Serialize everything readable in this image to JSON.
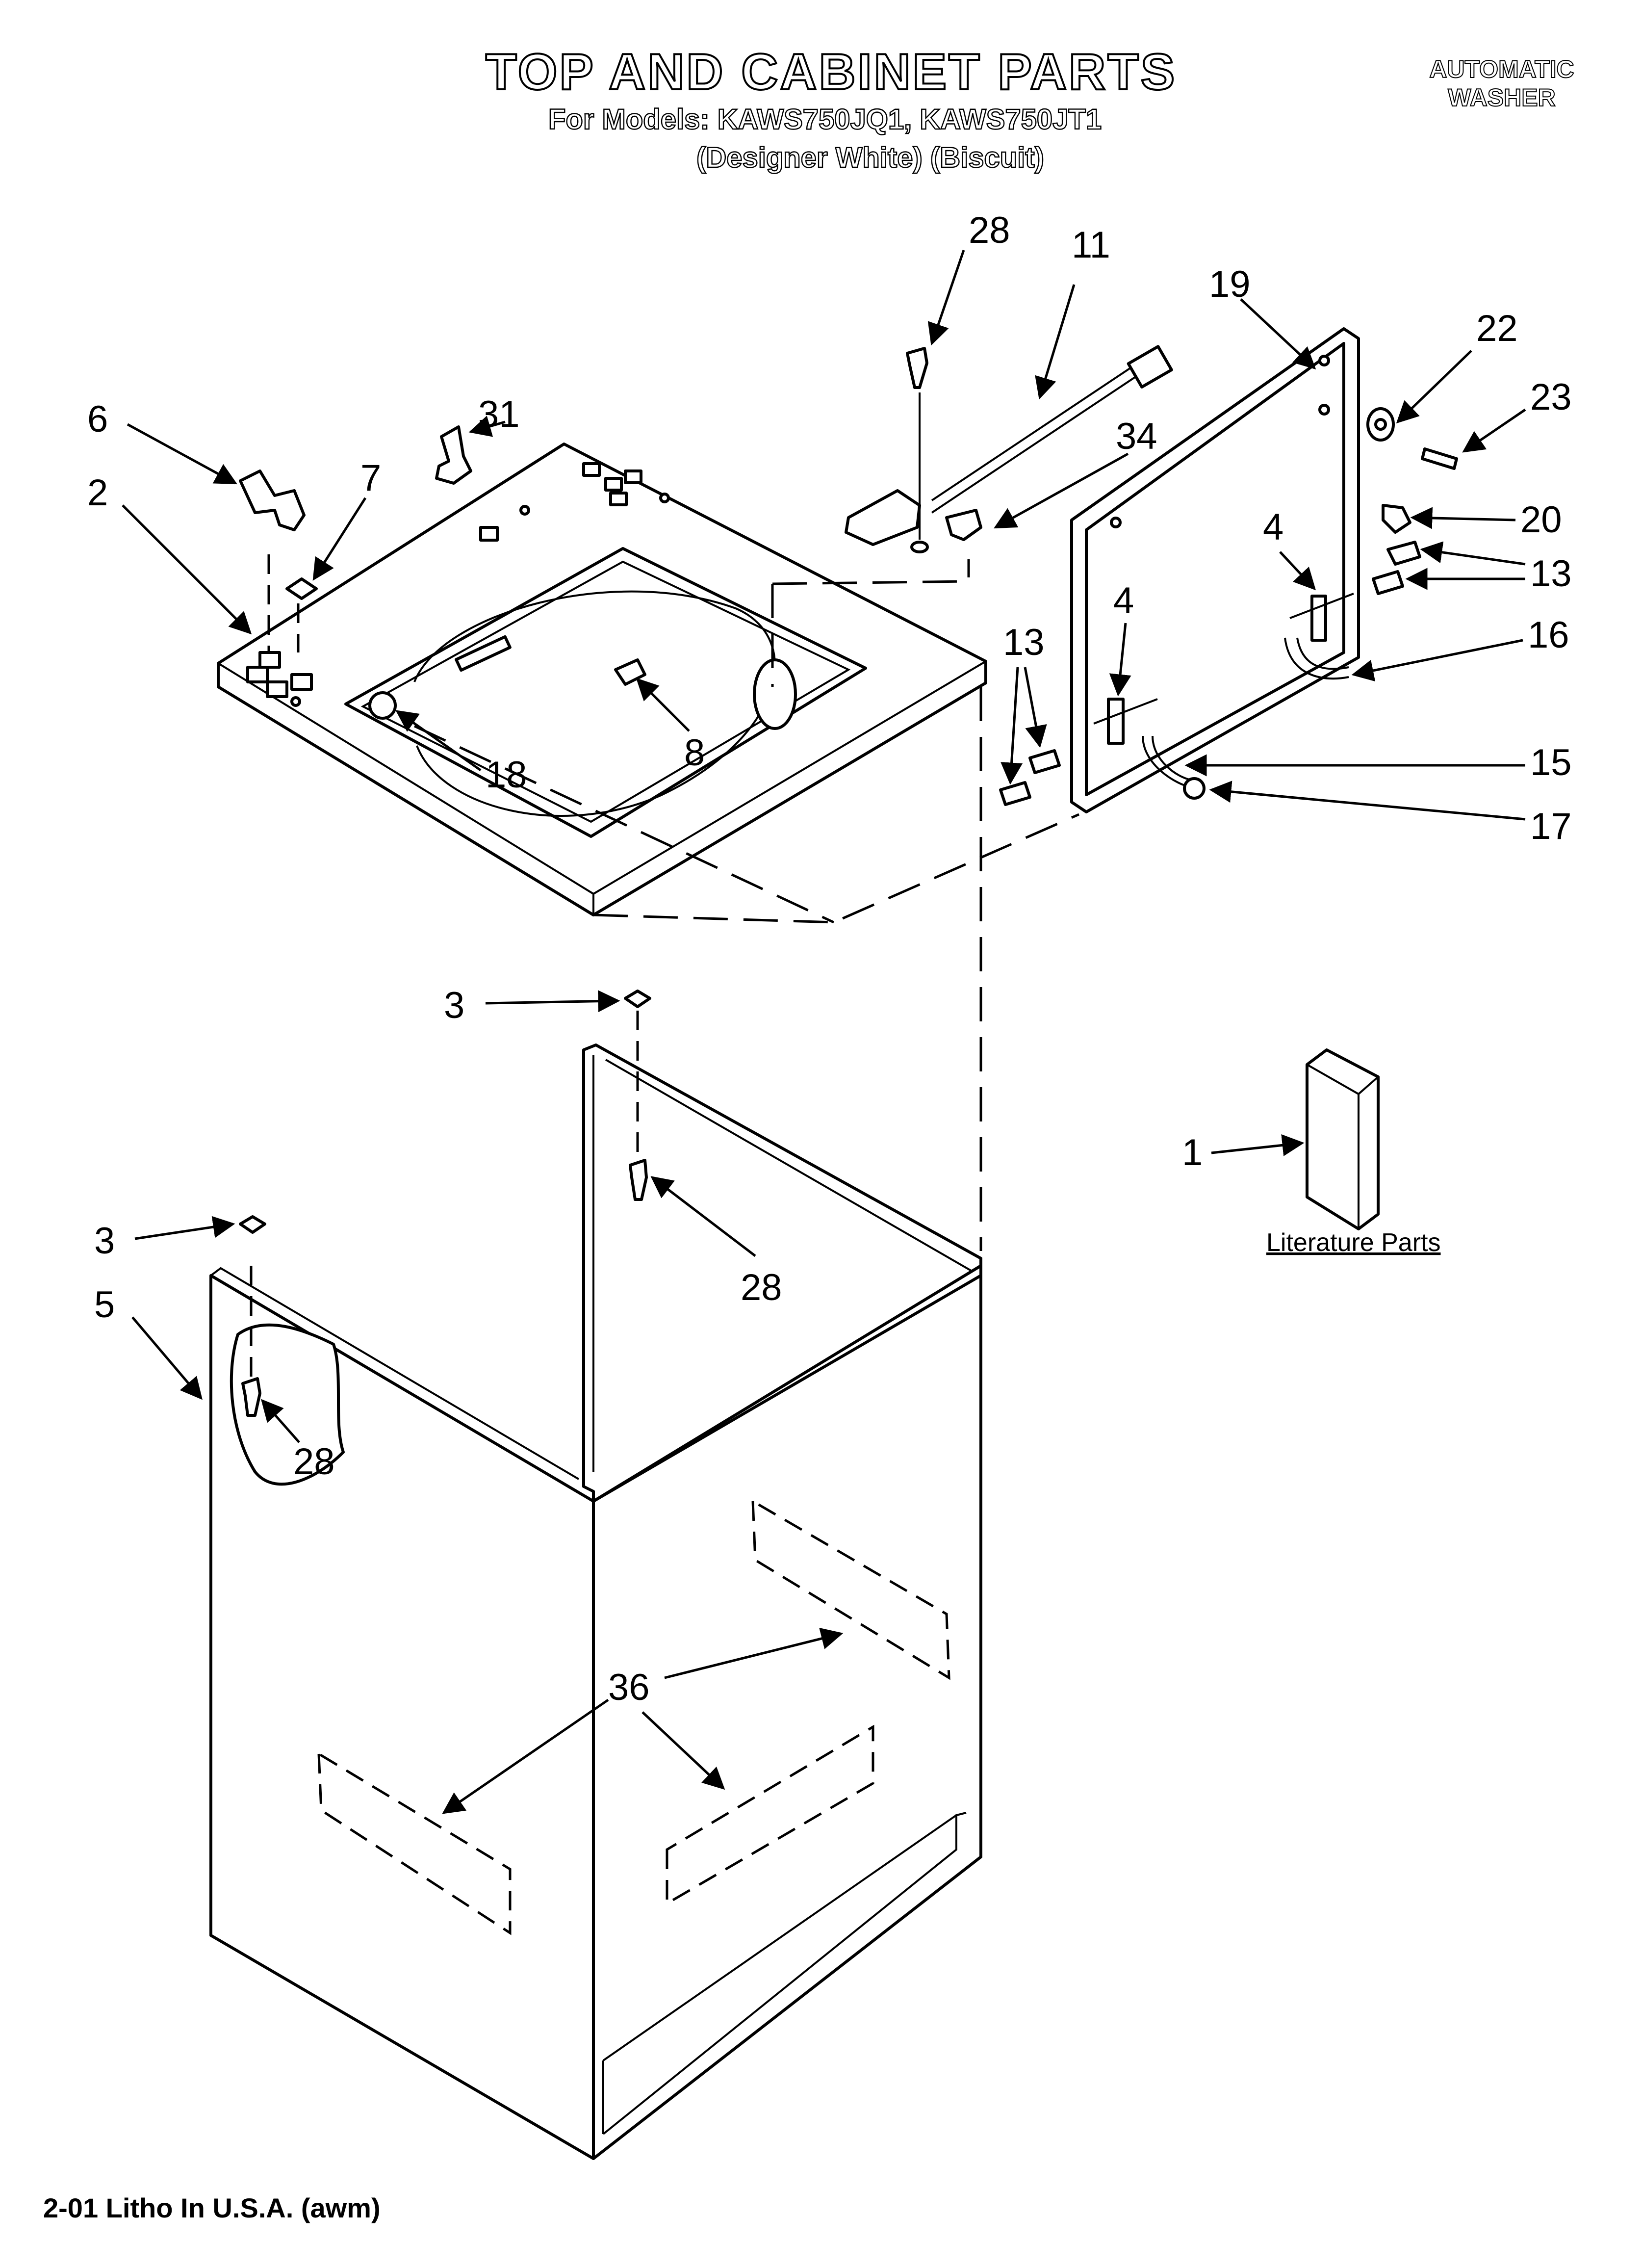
{
  "header": {
    "title": "TOP AND CABINET PARTS",
    "models_line": "For Models: KAWS750JQ1, KAWS750JT1",
    "colors_line": "(Designer White)    (Biscuit)",
    "appliance_line1": "AUTOMATIC",
    "appliance_line2": "WASHER"
  },
  "footer": {
    "litho": "2-01 Litho In U.S.A. (awm)"
  },
  "literature": {
    "label": "Literature Parts",
    "callout": "1"
  },
  "callouts": {
    "c28a": "28",
    "c11": "11",
    "c19": "19",
    "c22": "22",
    "c23": "23",
    "c6": "6",
    "c31": "31",
    "c34": "34",
    "c2": "2",
    "c7": "7",
    "c4a": "4",
    "c20": "20",
    "c13a": "13",
    "c13b": "13",
    "c16": "16",
    "c8": "8",
    "c18": "18",
    "c4b": "4",
    "c15": "15",
    "c17": "17",
    "c3a": "3",
    "c3b": "3",
    "c28b": "28",
    "c5": "5",
    "c28c": "28",
    "c36": "36"
  }
}
